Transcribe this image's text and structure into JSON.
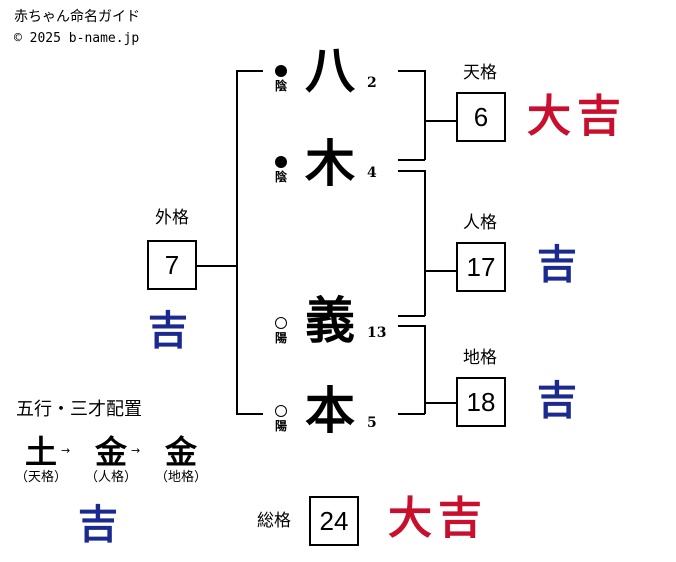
{
  "header": {
    "title": "赤ちゃん命名ガイド",
    "copyright": "© 2025 b-name.jp"
  },
  "name_chars": [
    {
      "char": "八",
      "strokes": "2",
      "yinyang": "陰",
      "mark": "filled"
    },
    {
      "char": "木",
      "strokes": "4",
      "yinyang": "陰",
      "mark": "filled"
    },
    {
      "char": "義",
      "strokes": "13",
      "yinyang": "陽",
      "mark": "hollow"
    },
    {
      "char": "本",
      "strokes": "5",
      "yinyang": "陽",
      "mark": "hollow"
    }
  ],
  "kaku": {
    "tenkaku": {
      "label": "天格",
      "value": "6",
      "fortune": "大吉",
      "fortune_color": "#c8102e"
    },
    "jinkaku": {
      "label": "人格",
      "value": "17",
      "fortune": "吉",
      "fortune_color": "#1b2a8f"
    },
    "chikaku": {
      "label": "地格",
      "value": "18",
      "fortune": "吉",
      "fortune_color": "#1b2a8f"
    },
    "gaikaku": {
      "label": "外格",
      "value": "7",
      "fortune": "吉",
      "fortune_color": "#1b2a8f"
    },
    "soukaku": {
      "label": "総格",
      "value": "24",
      "fortune": "大吉",
      "fortune_color": "#c8102e"
    }
  },
  "gogyo": {
    "title": "五行・三才配置",
    "arrow": "→",
    "elements": [
      {
        "element": "土",
        "sub": "（天格）"
      },
      {
        "element": "金",
        "sub": "（人格）"
      },
      {
        "element": "金",
        "sub": "（地格）"
      }
    ],
    "fortune": "吉",
    "fortune_color": "#1b2a8f"
  }
}
